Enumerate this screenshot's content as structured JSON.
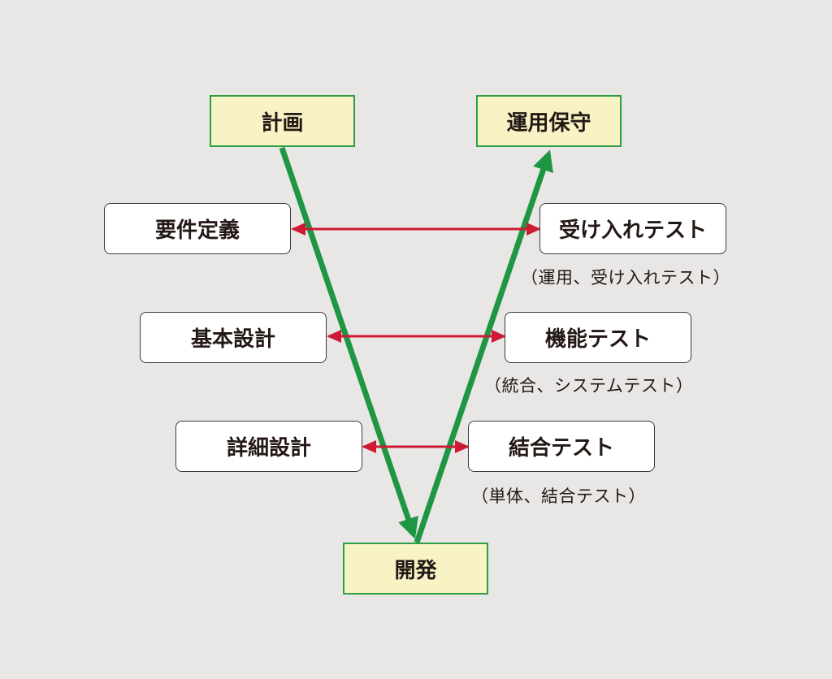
{
  "colors": {
    "background": "#e8e7e5",
    "v_arrow": "#1f9643",
    "link_arrow": "#cf1a35",
    "stage_fill": "#f7f3c4",
    "stage_border": "#2e9e44",
    "step_border": "#3a3a3a"
  },
  "stages": {
    "plan": "計画",
    "operation": "運用保守",
    "development": "開発"
  },
  "left_steps": {
    "requirements": "要件定義",
    "basic_design": "基本設計",
    "detailed_design": "詳細設計"
  },
  "right_steps": {
    "acceptance_test": "受け入れテスト",
    "functional_test": "機能テスト",
    "integration_test": "結合テスト"
  },
  "notes": {
    "acceptance_note": "（運用、受け入れテスト）",
    "functional_note": "（統合、システムテスト）",
    "integration_note": "（単体、結合テスト）"
  }
}
